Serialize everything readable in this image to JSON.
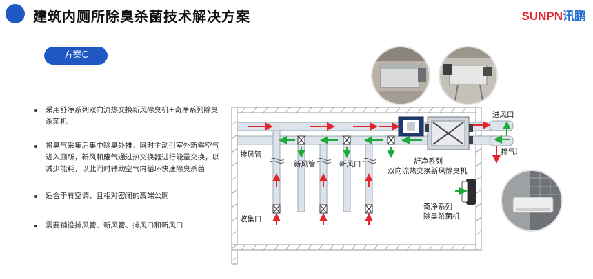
{
  "header": {
    "title": "建筑内厕所除臭杀菌技术解决方案",
    "logo_en": "SUNPN",
    "logo_cn": "讯鹏"
  },
  "plan": {
    "label": "方案C"
  },
  "bullets": [
    "采用舒净系列双向流热交换新风除臭机+奇净系列除臭杀菌机",
    "将臭气采集后集中除臭外排，同时主动引室外新鲜空气进入厕所，新风和废气通过热交换器进行能量交换，以减少能耗，以此同时辅助空气内循环快速除臭杀菌",
    "适合于有空调，且相对密闭的高端公厕",
    "需要铺设排风管、新风管、排风口和新风口"
  ],
  "diagram": {
    "labels": {
      "exhaust_duct": "排风管",
      "fresh_duct": "新风管",
      "fresh_outlet": "新风口",
      "collector": "收集口",
      "air_inlet": "进风口",
      "air_outlet": "排气口",
      "erv_series": "舒净系列",
      "erv_name": "双向流热交换新风除臭机",
      "sterilizer_series": "奇净系列",
      "sterilizer_name": "除臭杀菌机"
    },
    "colors": {
      "exhaust_arrow": "#e3262b",
      "fresh_arrow": "#1faa3c",
      "duct": "#dde3ea",
      "wall": "#9a9a9a"
    }
  },
  "icons": [
    "header-dot-icon",
    "bullet-icon",
    "damper-icon",
    "heat-exchanger-icon",
    "fan-icon"
  ]
}
